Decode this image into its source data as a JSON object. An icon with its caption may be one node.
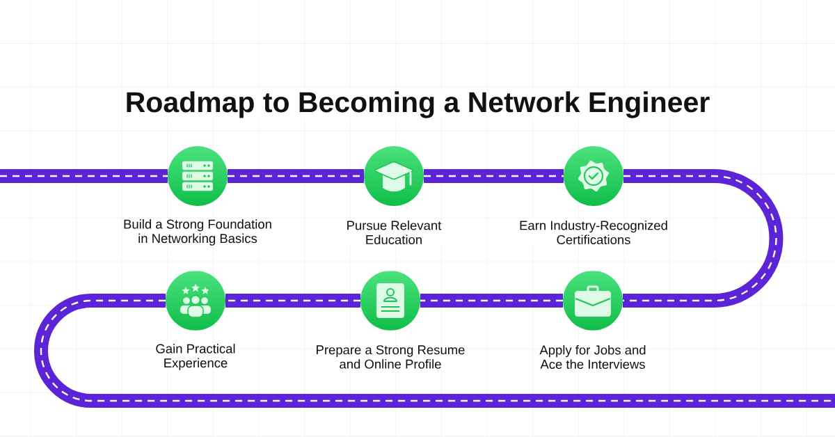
{
  "diagram": {
    "title": "Roadmap to Becoming a Network Engineer",
    "nodes": [
      {
        "text": [
          "Build a Strong Foundation in Networking Basics"
        ]
      },
      {
        "text": [
          "Pursue Relevant Education"
        ]
      },
      {
        "text": [
          "Earn Industry-Recognized Certifications"
        ]
      },
      {
        "text": [
          "Gain Practical Experience"
        ]
      },
      {
        "text": [
          "Prepare a Strong Resume and Online Profile"
        ]
      },
      {
        "text": [
          "Apply for Jobs and Ace the Interviews"
        ]
      }
    ],
    "edges": [
      {
        "from": null,
        "to": 0,
        "arrow": "none"
      },
      {
        "from": 0,
        "to": 1,
        "arrow": "none"
      },
      {
        "from": 1,
        "to": 2,
        "arrow": "none"
      },
      {
        "from": 2,
        "to": 5,
        "arrow": "none"
      },
      {
        "from": 5,
        "to": 4,
        "arrow": "none"
      },
      {
        "from": 4,
        "to": 3,
        "arrow": "none"
      },
      {
        "from": 3,
        "to": null,
        "arrow": "none"
      }
    ]
  }
}
